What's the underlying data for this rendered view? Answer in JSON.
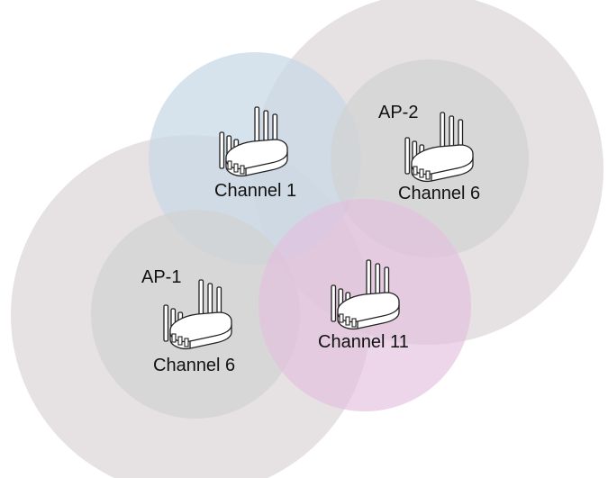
{
  "colors": {
    "outer_coverage": "#ddd6d8",
    "inner_coverage": "#d2d2d3",
    "channel1_zone": "#c8d8e6",
    "channel11_zone": "#e3bfdf",
    "label": "#111111"
  },
  "coverage_zones": [
    {
      "id": "ap2-outer",
      "color_key": "outer_coverage"
    },
    {
      "id": "ap1-outer",
      "color_key": "outer_coverage"
    },
    {
      "id": "ch1-zone",
      "color_key": "channel1_zone"
    },
    {
      "id": "ap2-inner",
      "color_key": "inner_coverage"
    },
    {
      "id": "ap1-inner",
      "color_key": "inner_coverage"
    },
    {
      "id": "ch11-zone",
      "color_key": "channel11_zone"
    }
  ],
  "access_points": [
    {
      "id": "ap-center",
      "name": "",
      "channel": "Channel 1",
      "icon": "wireless-router-icon"
    },
    {
      "id": "ap-2",
      "name": "AP-2",
      "channel": "Channel 6",
      "icon": "wireless-router-icon"
    },
    {
      "id": "ap-1",
      "name": "AP-1",
      "channel": "Channel 6",
      "icon": "wireless-router-icon"
    },
    {
      "id": "ap-bottom",
      "name": "",
      "channel": "Channel 11",
      "icon": "wireless-router-icon"
    }
  ]
}
